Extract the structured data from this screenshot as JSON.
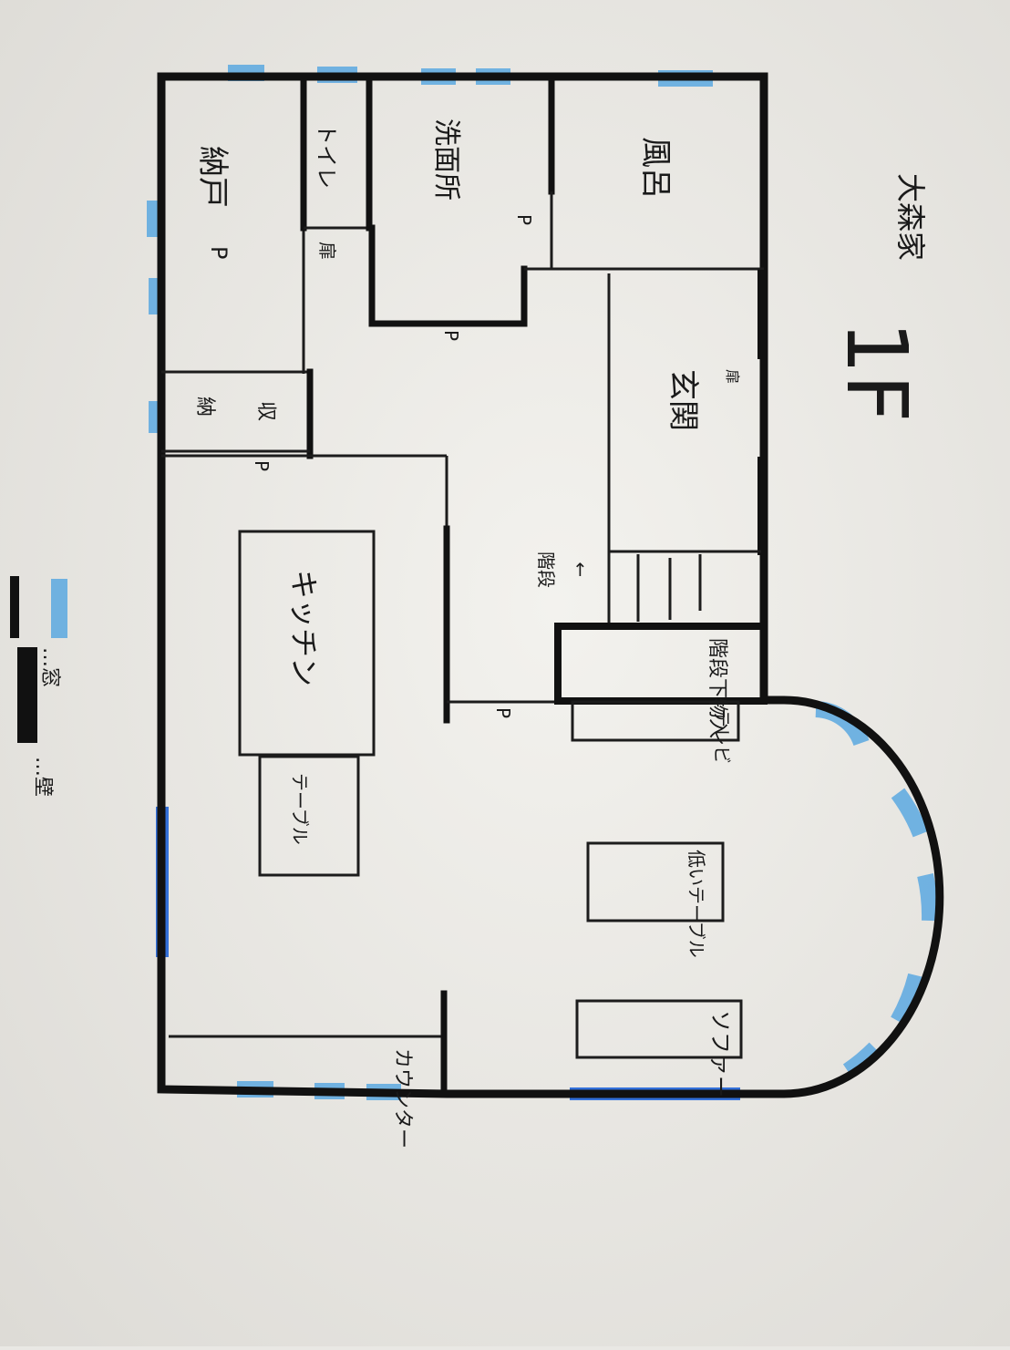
{
  "header": {
    "family": "大森家",
    "floor": "1F"
  },
  "rooms": {
    "bath": "風呂",
    "washroom": "洗面所",
    "toilet": "トイレ",
    "storage_main": "納戸",
    "storage_small_a": "収",
    "storage_small_b": "納",
    "entrance": "玄関",
    "kitchen": "キッチン",
    "table": "テーブル",
    "stairs": "階段",
    "under_stairs": "階段下物入",
    "tv": "テレビ",
    "low_table": "低いテーブル",
    "sofa": "ソファー",
    "counter": "カウンター"
  },
  "labels": {
    "door": "扉",
    "door_mark": "P",
    "arrow": "↑"
  },
  "legend": {
    "window_label": "…窓",
    "wall_label": "…壁",
    "window_color": "#5aa8e0",
    "wall_color": "#111111"
  }
}
